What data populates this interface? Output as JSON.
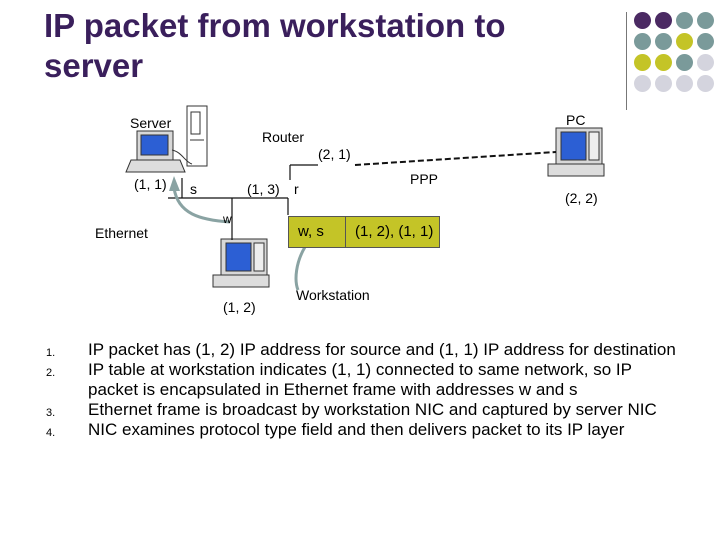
{
  "title": "IP packet from workstation to server",
  "dot_colors": [
    "#4b2a63",
    "#7a9a9a",
    "#c4c427",
    "#d4d4de"
  ],
  "labels": {
    "server": "Server",
    "pc": "PC",
    "router": "Router",
    "router_wan": "(2, 1)",
    "ppp": "PPP",
    "server_ip": "(1, 1)",
    "s": "s",
    "router_lan": "(1, 3)",
    "r": "r",
    "pc_ip": "(2, 2)",
    "w": "w",
    "ethernet": "Ethernet",
    "workstation_ip": "(1, 2)",
    "workstation": "Workstation"
  },
  "packet": {
    "header": "w, s",
    "payload": "(1, 2), (1, 1)",
    "color": "#c4c427"
  },
  "steps": [
    {
      "num": "1.",
      "text": "IP packet has (1, 2) IP address for source and (1, 1) IP address for destination"
    },
    {
      "num": "2.",
      "text": "IP table at workstation indicates (1, 1) connected to same network, so IP packet is encapsulated in Ethernet frame with addresses w and s"
    },
    {
      "num": "3.",
      "text": "Ethernet frame is broadcast by workstation NIC and captured by server NIC"
    },
    {
      "num": "4.",
      "text": "NIC examines protocol type field and then delivers packet to its IP layer"
    }
  ]
}
